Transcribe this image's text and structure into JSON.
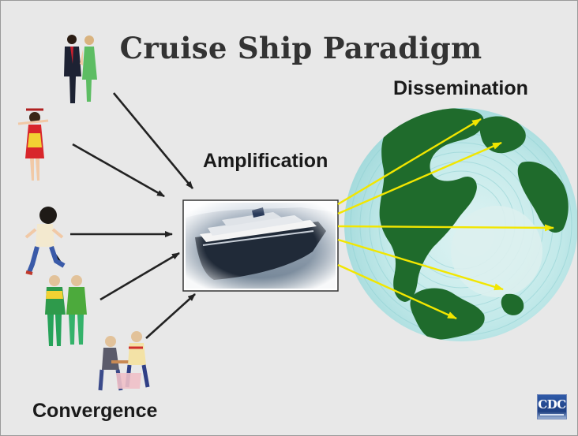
{
  "slide": {
    "title": "Cruise Ship Paradigm",
    "stages": {
      "dissemination": "Dissemination",
      "amplification": "Amplification",
      "convergence": "Convergence"
    },
    "logo_text": "CDC",
    "people_icons": [
      "business-couple-icon",
      "waitress-icon",
      "jogger-icon",
      "couple-in-tracksuits-icon",
      "people-at-table-icon"
    ],
    "image_names": [
      "cruise-ship-photo",
      "globe-illustration"
    ]
  },
  "colors": {
    "background": "#e8e8e8",
    "arrow_in": "#222222",
    "arrow_out": "#f2e600",
    "land": "#1f6b2c",
    "ocean_lines": "#a9dede"
  }
}
